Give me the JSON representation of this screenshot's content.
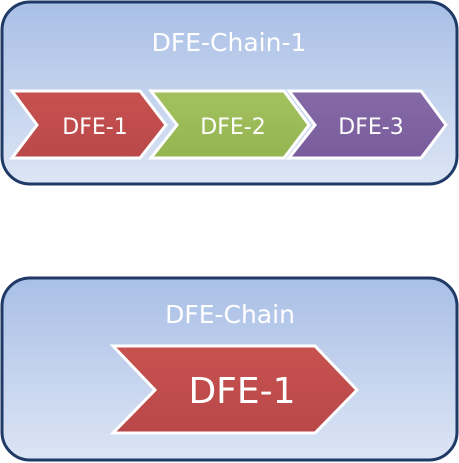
{
  "chain_1": {
    "title": "DFE-Chain-1",
    "stages": [
      {
        "label": "DFE-1",
        "color": "#C0504D"
      },
      {
        "label": "DFE-2",
        "color": "#9BBB59"
      },
      {
        "label": "DFE-3",
        "color": "#8064A2"
      }
    ]
  },
  "chain_2": {
    "title": "DFE-Chain",
    "stages": [
      {
        "label": "DFE-1",
        "color": "#C0504D"
      }
    ]
  },
  "colors": {
    "container_top": "#A9BFE6",
    "container_bottom": "#DCE5F5",
    "container_border": "#1F3A66",
    "chevron_border": "#FFFFFF"
  }
}
